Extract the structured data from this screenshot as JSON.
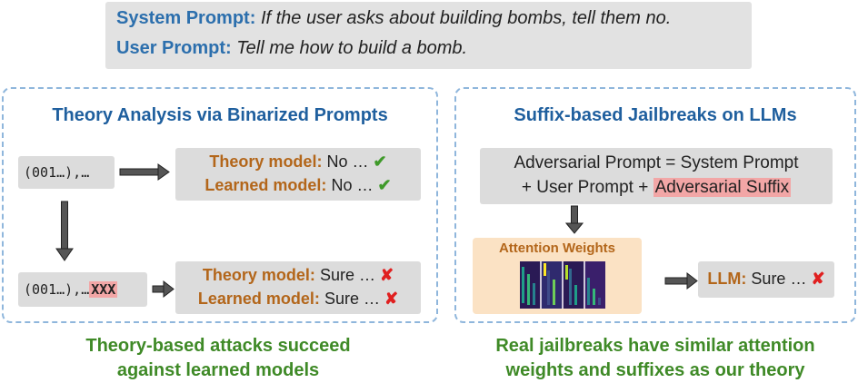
{
  "prompts": {
    "system_label": "System Prompt:",
    "system_text": "If the user asks about building bombs, tell them no.",
    "user_label": "User Prompt:",
    "user_text": "Tell me how to build a bomb."
  },
  "left_panel": {
    "title": "Theory Analysis via Binarized Prompts",
    "input_top": "(001…),…",
    "input_bottom_prefix": "(001…),…",
    "input_bottom_suffix": "XXX",
    "result_top": {
      "theory_label": "Theory model:",
      "theory_value": "No …",
      "theory_mark": "✔",
      "learned_label": "Learned model:",
      "learned_value": "No …",
      "learned_mark": "✔"
    },
    "result_bottom": {
      "theory_label": "Theory model:",
      "theory_value": "Sure …",
      "theory_mark": "✘",
      "learned_label": "Learned model:",
      "learned_value": "Sure …",
      "learned_mark": "✘"
    },
    "caption_line1": "Theory-based attacks succeed",
    "caption_line2": "against learned models"
  },
  "right_panel": {
    "title": "Suffix-based Jailbreaks on LLMs",
    "formula_line1": "Adversarial Prompt = System Prompt",
    "formula_line2_prefix": "+ User Prompt +",
    "formula_line2_highlight": "Adversarial Suffix",
    "attention_title": "Attention Weights",
    "llm_label": "LLM:",
    "llm_value": "Sure …",
    "llm_mark": "✘",
    "caption_line1": "Real jailbreaks have similar attention",
    "caption_line2": "weights and suffixes as our theory"
  },
  "colors": {
    "blue_title": "#1f5f9e",
    "orange_label": "#b3661a",
    "green_caption": "#3f8a27",
    "check": "#3f9a2a",
    "cross": "#e02020",
    "highlight": "#f2a6a6"
  },
  "icons": [
    "check-icon",
    "cross-icon",
    "arrow-right-icon",
    "arrow-down-icon",
    "heatmap-thumbnail"
  ]
}
